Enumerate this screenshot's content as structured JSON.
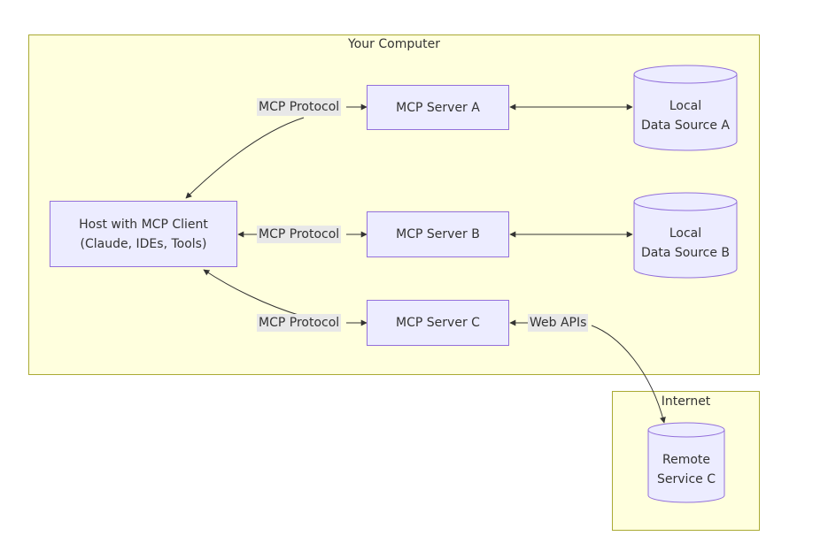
{
  "clusters": {
    "computer": {
      "title": "Your Computer"
    },
    "internet": {
      "title": "Internet"
    }
  },
  "nodes": {
    "host": {
      "label": "Host with MCP Client\n(Claude, IDEs, Tools)"
    },
    "server_a": {
      "label": "MCP Server A"
    },
    "server_b": {
      "label": "MCP Server B"
    },
    "server_c": {
      "label": "MCP Server C"
    },
    "data_a": {
      "label": "Local\nData Source A"
    },
    "data_b": {
      "label": "Local\nData Source B"
    },
    "remote_c": {
      "label": "Remote\nService C"
    }
  },
  "edges": {
    "host_a": "MCP Protocol",
    "host_b": "MCP Protocol",
    "host_c": "MCP Protocol",
    "c_remote": "Web APIs"
  },
  "colors": {
    "cluster_fill": "#ffffde",
    "cluster_border": "#aaaa33",
    "node_fill": "#ececff",
    "node_border": "#9370db",
    "edge": "#333333",
    "label_bg": "#e8e8e8"
  }
}
